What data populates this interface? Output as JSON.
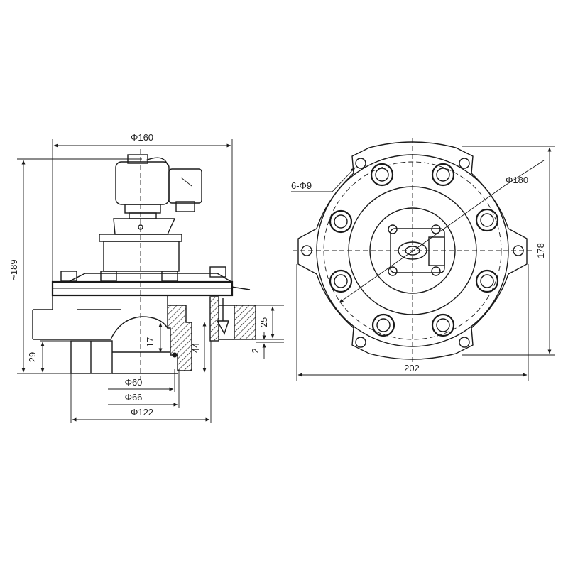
{
  "side_view": {
    "dims": {
      "d160": "Φ160",
      "h189": "~189",
      "h29": "29",
      "h17": "17",
      "h44": "44",
      "h25": "25",
      "h2": "2",
      "d60": "Φ60",
      "d66": "Φ66",
      "d122": "Φ122"
    }
  },
  "top_view": {
    "dims": {
      "holes": "6-Φ9",
      "d180": "Φ180",
      "h178": "178",
      "w202": "202"
    }
  },
  "colors": {
    "line": "#1a1a1a",
    "text": "#222222",
    "background": "#ffffff"
  }
}
